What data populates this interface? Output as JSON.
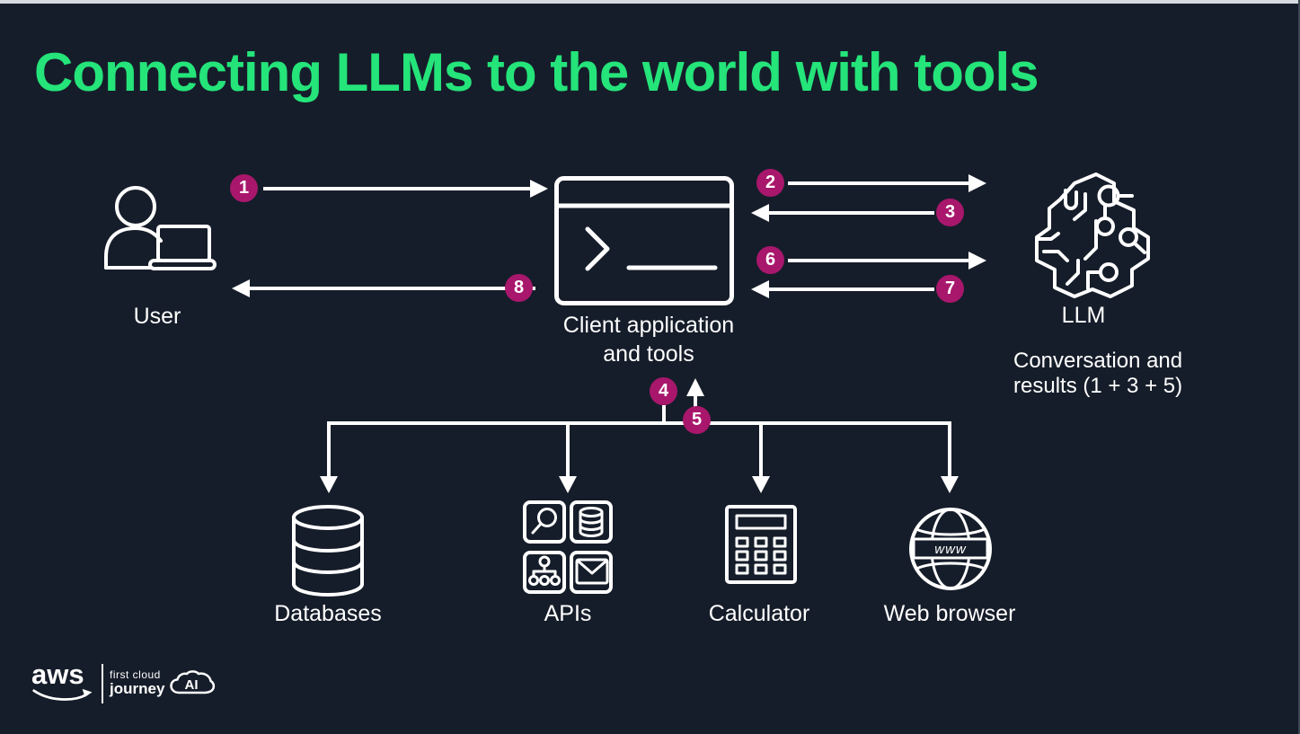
{
  "title": {
    "text": "Connecting LLMs to the world with tools"
  },
  "colors": {
    "background": "#161D2A",
    "title_green": "#24E47A",
    "badge_magenta": "#A8176C",
    "line_white": "#FFFFFF",
    "top_strip": "#D7DADF",
    "right_edge": "#3E4552"
  },
  "nodes": {
    "user": {
      "label": "User"
    },
    "client": {
      "label_line1": "Client application",
      "label_line2": "and tools"
    },
    "llm": {
      "label": "LLM",
      "caption_line1": "Conversation and",
      "caption_line2": "results (1 + 3 + 5)"
    }
  },
  "flow": {
    "badges": [
      {
        "number": "1",
        "direction": "user-to-client"
      },
      {
        "number": "2",
        "direction": "client-to-llm"
      },
      {
        "number": "3",
        "direction": "llm-to-client"
      },
      {
        "number": "4",
        "direction": "client-to-tools"
      },
      {
        "number": "5",
        "direction": "tools-to-client"
      },
      {
        "number": "6",
        "direction": "client-to-llm"
      },
      {
        "number": "7",
        "direction": "llm-to-client"
      },
      {
        "number": "8",
        "direction": "client-to-user"
      }
    ]
  },
  "tools": [
    {
      "label": "Databases",
      "icon": "database-icon"
    },
    {
      "label": "APIs",
      "icon": "api-grid-icon"
    },
    {
      "label": "Calculator",
      "icon": "calculator-icon"
    },
    {
      "label": "Web browser",
      "icon": "web-browser-globe-icon",
      "banner_text": "www"
    }
  ],
  "logo": {
    "brand": "aws",
    "program_line1": "first cloud",
    "program_line2": "journey",
    "badge": "AI"
  }
}
